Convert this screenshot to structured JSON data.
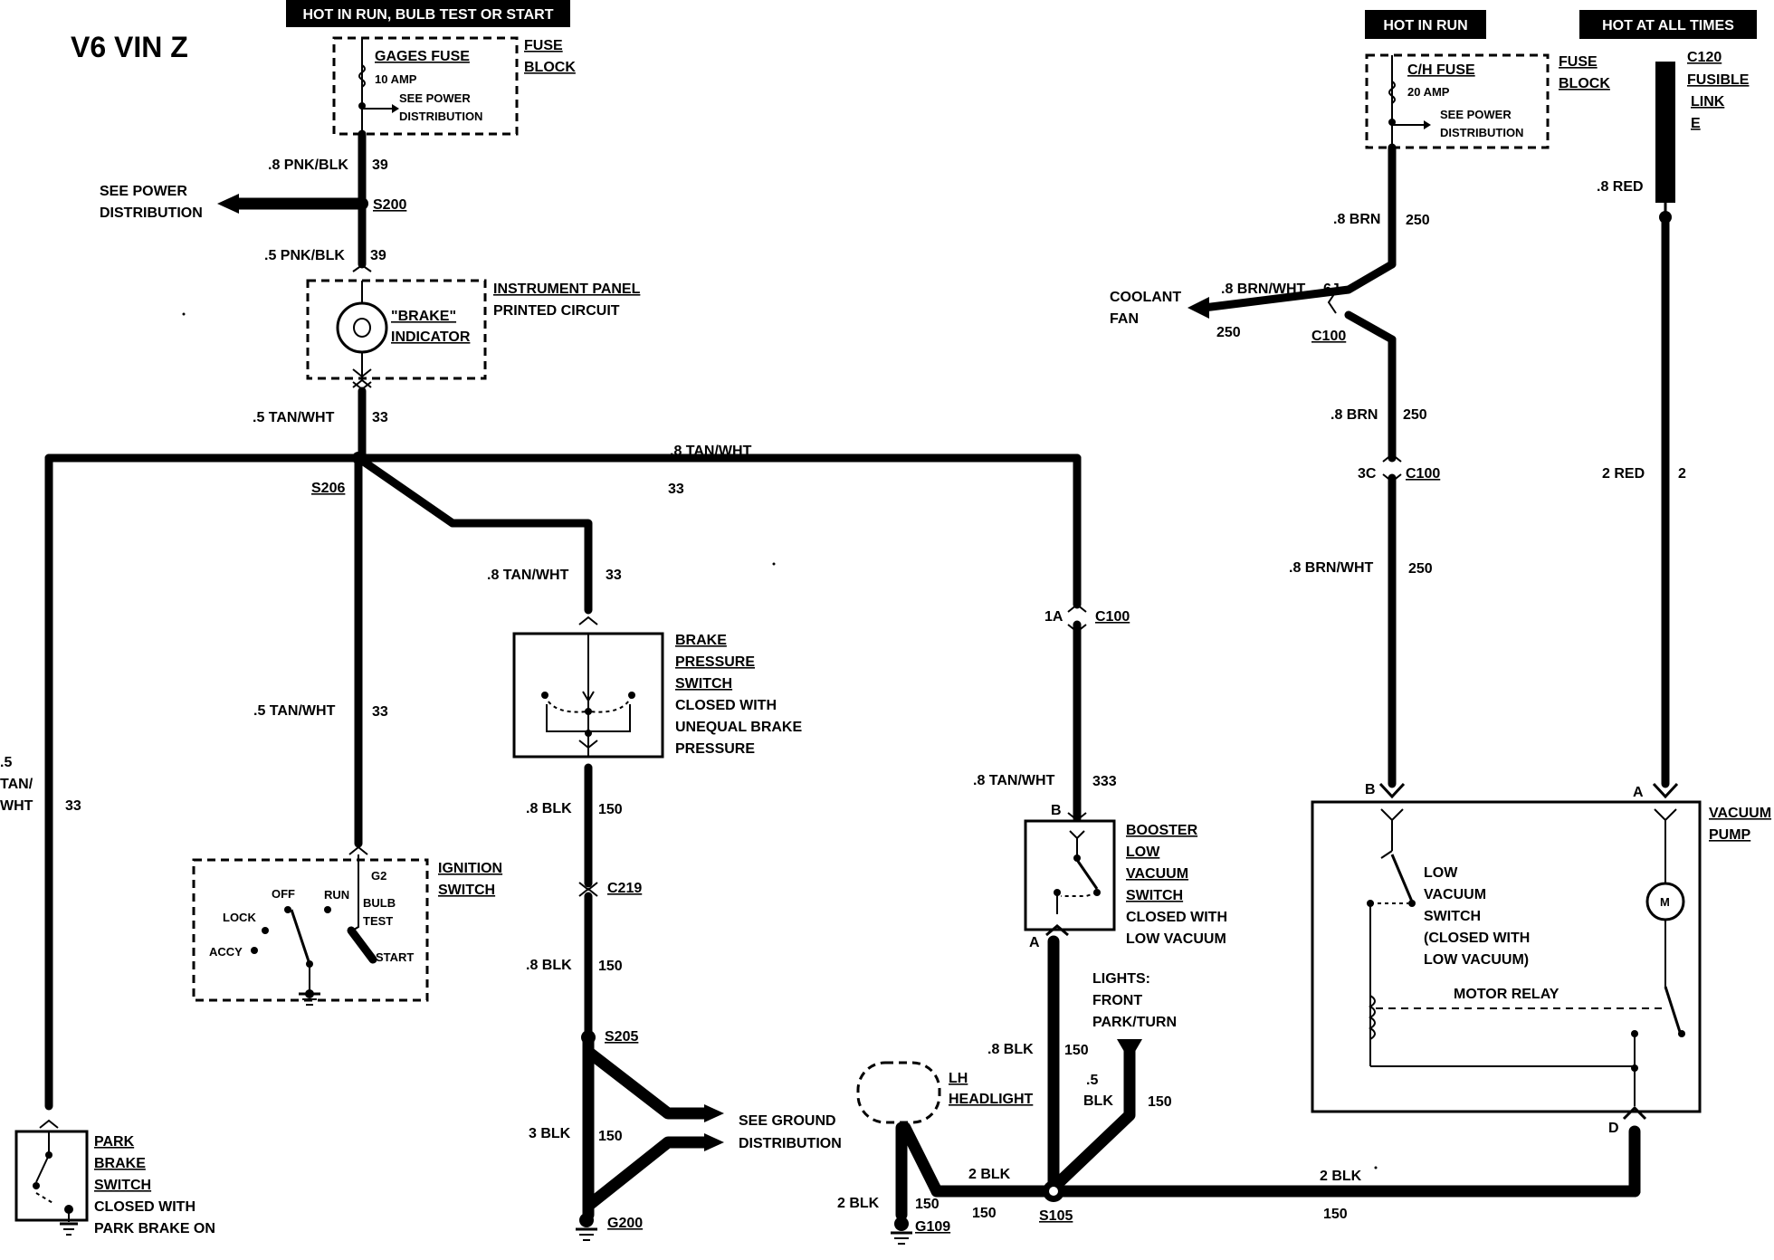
{
  "title": "V6 VIN Z",
  "power_tags": {
    "left": "HOT IN RUN, BULB TEST OR START",
    "mid": "HOT IN RUN",
    "right": "HOT AT ALL TIMES"
  },
  "gages_fuse": {
    "name": "GAGES FUSE",
    "rating": "10 AMP",
    "see_power_1": "SEE POWER",
    "see_power_2": "DISTRIBUTION",
    "block_1": "FUSE",
    "block_2": "BLOCK"
  },
  "ch_fuse": {
    "name": "C/H FUSE",
    "rating": "20 AMP",
    "see_power_1": "SEE POWER",
    "see_power_2": "DISTRIBUTION",
    "block_1": "FUSE",
    "block_2": "BLOCK"
  },
  "fusible_link": {
    "c120": "C120",
    "l1": "FUSIBLE",
    "l2": "LINK",
    "l3": "E"
  },
  "see_power_left": {
    "l1": "SEE POWER",
    "l2": "DISTRIBUTION"
  },
  "splices": {
    "s200": "S200",
    "s206": "S206",
    "s205": "S205",
    "s105": "S105",
    "g200": "G200",
    "g109": "G109",
    "c219": "C219",
    "c100_a": "C100",
    "c100_b": "C100",
    "c100_c": "C100"
  },
  "wires": {
    "w1_color": ".8 PNK/BLK",
    "w1_circ": "39",
    "w2_color": ".5 PNK/BLK",
    "w2_circ": "39",
    "w3_color": ".5 TAN/WHT",
    "w3_circ": "33",
    "w4_color": ".8 TAN/WHT",
    "w4_circ": "33",
    "w5_color": ".8 TAN/WHT",
    "w5_circ": "33",
    "w6_color": ".5 TAN/WHT",
    "w6_circ": "33",
    "w7_color_1": ".5",
    "w7_color_2": "TAN/",
    "w7_color_3": "WHT",
    "w7_circ": "33",
    "w8_color": ".8 BLK",
    "w8_circ": "150",
    "w9_color": ".8 BLK",
    "w9_circ": "150",
    "w10_color": "3 BLK",
    "w10_circ": "150",
    "w11_color": ".8 TAN/WHT",
    "w11_circ": "333",
    "w12_color": ".8 BLK",
    "w12_circ": "150",
    "w13_color_1": ".5",
    "w13_color_2": "BLK",
    "w13_circ": "150",
    "w14_color": "2 BLK",
    "w14_circ": "150",
    "w15_color": "2 BLK",
    "w15_circ": "150",
    "w16_color": "2 BLK",
    "w16_circ": "150",
    "w17_color": ".8 BRN",
    "w17_circ": "250",
    "w18_color": ".8 BRN/WHT",
    "w18_circ": "250",
    "w19_color": ".8 BRN",
    "w19_circ": "250",
    "w20_color": ".8 BRN/WHT",
    "w20_circ": "250",
    "w21_color": ".8 RED",
    "w22_color": "2 RED",
    "w22_circ": "2"
  },
  "pins": {
    "p1a": "1A",
    "p3c": "3C",
    "p6j": "6J",
    "pB1": "B",
    "pA1": "A",
    "pB2": "B",
    "pA2": "A",
    "pD": "D",
    "g2": "G2"
  },
  "instrument_panel": {
    "indicator_1": "\"BRAKE\"",
    "indicator_2": "INDICATOR",
    "l1": "INSTRUMENT PANEL",
    "l2": "PRINTED CIRCUIT"
  },
  "brake_pressure": {
    "l1": "BRAKE",
    "l2": "PRESSURE",
    "l3": "SWITCH",
    "l4": "CLOSED WITH",
    "l5": "UNEQUAL BRAKE",
    "l6": "PRESSURE"
  },
  "ignition": {
    "l1": "IGNITION",
    "l2": "SWITCH",
    "off": "OFF",
    "run": "RUN",
    "lock": "LOCK",
    "accy": "ACCY",
    "bulb": "BULB",
    "test": "TEST",
    "start": "START"
  },
  "park_brake": {
    "l1": "PARK",
    "l2": "BRAKE",
    "l3": "SWITCH",
    "l4": "CLOSED WITH",
    "l5": "PARK BRAKE ON"
  },
  "booster": {
    "l1": "BOOSTER",
    "l2": "LOW",
    "l3": "VACUUM",
    "l4": "SWITCH",
    "l5": "CLOSED WITH",
    "l6": "LOW VACUUM"
  },
  "ground_dist": {
    "l1": "SEE GROUND",
    "l2": "DISTRIBUTION"
  },
  "coolant_fan": {
    "l1": "COOLANT",
    "l2": "FAN"
  },
  "lights": {
    "l1": "LIGHTS:",
    "l2": "FRONT",
    "l3": "PARK/TURN"
  },
  "headlight": {
    "l1": "LH",
    "l2": "HEADLIGHT"
  },
  "vacuum_pump": {
    "l1": "VACUUM",
    "l2": "PUMP",
    "sw1": "LOW",
    "sw2": "VACUUM",
    "sw3": "SWITCH",
    "sw4": "(CLOSED WITH",
    "sw5": "LOW VACUUM)",
    "relay": "MOTOR RELAY",
    "motor": "M"
  }
}
